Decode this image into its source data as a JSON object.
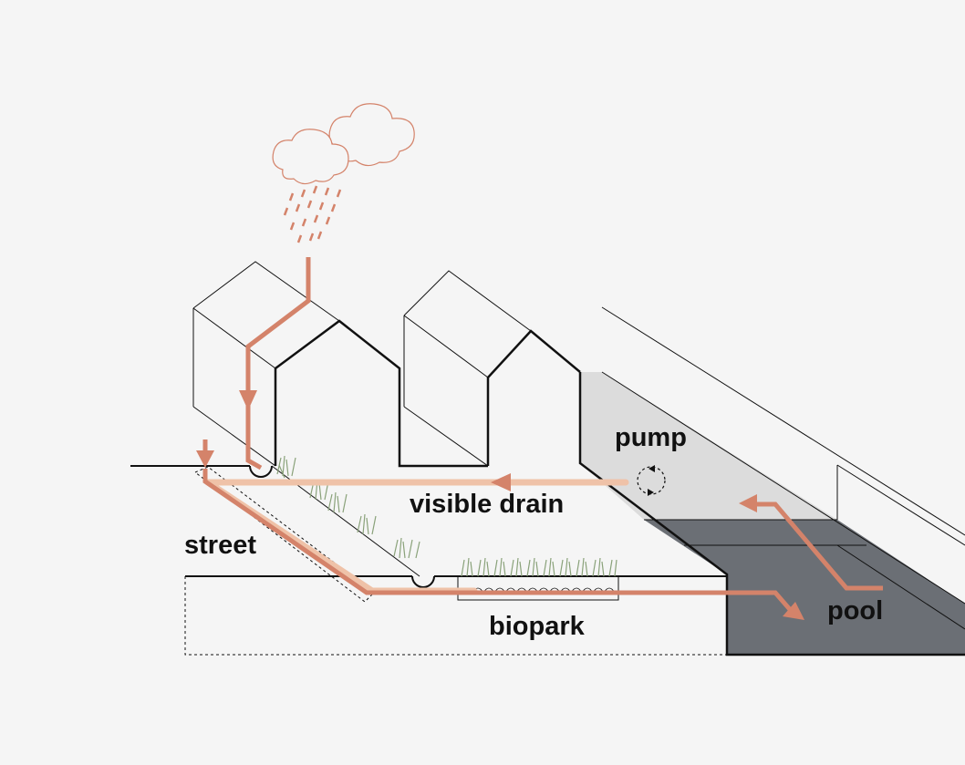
{
  "labels": {
    "pump": "pump",
    "visible_drain": "visible drain",
    "street": "street",
    "biopark": "biopark",
    "pool": "pool"
  },
  "colors": {
    "background": "#f5f5f5",
    "line": "#111111",
    "flow_primary": "#d4836a",
    "flow_light": "#efc2a8",
    "canal_light": "#dcdcdc",
    "canal_dark": "#6b6f75",
    "grass": "#8aa27a"
  },
  "icons": [
    "cloud-icon",
    "rain-icon",
    "pump-rotation-icon",
    "flow-arrow-icon",
    "grass-icon"
  ]
}
